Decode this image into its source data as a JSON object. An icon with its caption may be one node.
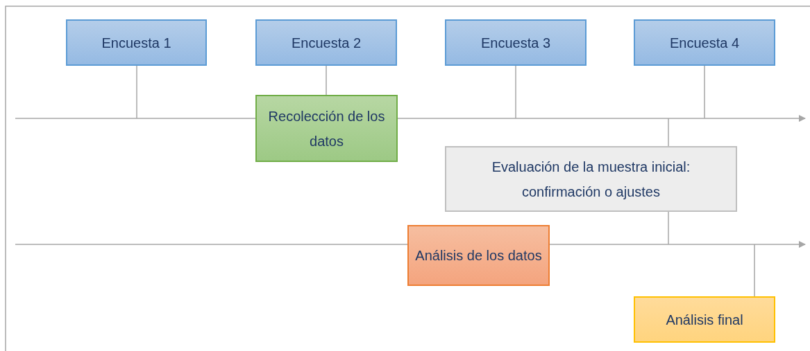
{
  "diagram": {
    "nodes": [
      {
        "text": [
          "Encuesta 1"
        ]
      },
      {
        "text": [
          "Encuesta 2"
        ]
      },
      {
        "text": [
          "Encuesta 3"
        ]
      },
      {
        "text": [
          "Encuesta 4"
        ]
      },
      {
        "text": [
          "Recolección de los datos"
        ]
      },
      {
        "text": [
          "Evaluación de la muestra inicial: confirmación o ajustes"
        ]
      },
      {
        "text": [
          "Análisis de los datos"
        ]
      },
      {
        "text": [
          "Análisis final"
        ]
      }
    ],
    "edges": [
      {
        "from": 0,
        "to": null,
        "arrow": "none"
      },
      {
        "from": 1,
        "to": 4,
        "arrow": "none"
      },
      {
        "from": 2,
        "to": null,
        "arrow": "none"
      },
      {
        "from": 3,
        "to": null,
        "arrow": "none"
      },
      {
        "from": null,
        "to": 4,
        "arrow": "none"
      },
      {
        "from": 4,
        "to": null,
        "arrow": "to"
      },
      {
        "from": 5,
        "to": null,
        "arrow": "none"
      },
      {
        "from": 5,
        "to": null,
        "arrow": "none"
      },
      {
        "from": null,
        "to": 6,
        "arrow": "none"
      },
      {
        "from": 6,
        "to": null,
        "arrow": "to"
      },
      {
        "from": 7,
        "to": null,
        "arrow": "none"
      }
    ]
  }
}
